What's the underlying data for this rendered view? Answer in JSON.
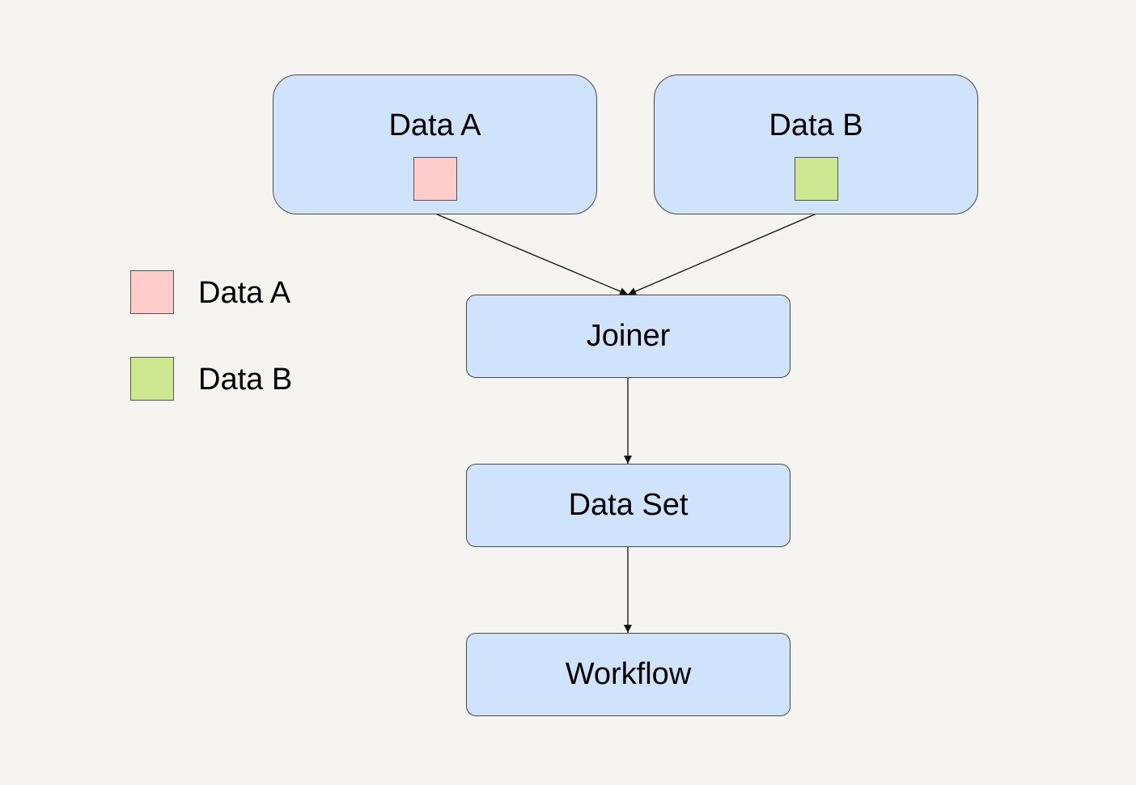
{
  "colors": {
    "data_a": "#ffcccc",
    "data_b": "#cde891",
    "node_fill": "#cfe4fc",
    "background": "#f5f4f0"
  },
  "nodes": {
    "data_a": {
      "label": "Data A"
    },
    "data_b": {
      "label": "Data B"
    },
    "joiner": {
      "label": "Joiner"
    },
    "data_set": {
      "label": "Data Set"
    },
    "workflow": {
      "label": "Workflow"
    }
  },
  "legend": [
    {
      "label": "Data A",
      "color": "#ffcccc"
    },
    {
      "label": "Data B",
      "color": "#cde891"
    }
  ],
  "edges": [
    {
      "from": "data_a",
      "to": "joiner"
    },
    {
      "from": "data_b",
      "to": "joiner"
    },
    {
      "from": "joiner",
      "to": "data_set"
    },
    {
      "from": "data_set",
      "to": "workflow"
    }
  ]
}
